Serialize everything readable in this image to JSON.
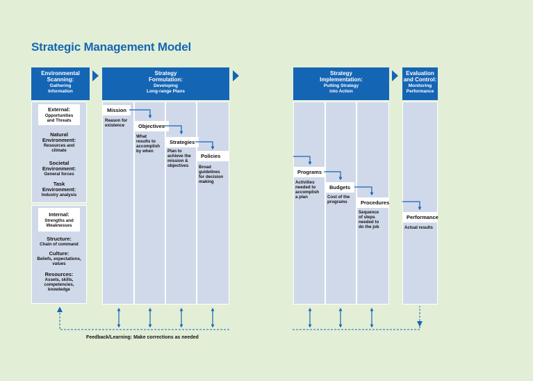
{
  "title": "Strategic Management Model",
  "headers": {
    "scanning": {
      "title": "Environmental\nScanning:",
      "sub": "Gathering\nInformation"
    },
    "formulation": {
      "title": "Strategy\nFormulation:",
      "sub": "Developing\nLong-range Plans"
    },
    "implementation": {
      "title": "Strategy\nImplementation:",
      "sub": "Putting Strategy\ninto Action"
    },
    "evaluation": {
      "title": "Evaluation\nand Control:",
      "sub": "Monitoring\nPerformance"
    }
  },
  "external": {
    "title": "External:",
    "sub": "Opportunities\nand Threats",
    "items": [
      {
        "title": "Natural\nEnvironment:",
        "sub": "Resources and\nclimate"
      },
      {
        "title": "Societal\nEnvironment:",
        "sub": "General forces"
      },
      {
        "title": "Task\nEnvironment:",
        "sub": "Industry analysis"
      }
    ]
  },
  "internal": {
    "title": "Internal:",
    "sub": "Strengths and\nWeaknesses",
    "items": [
      {
        "title": "Structure:",
        "sub": "Chain of command"
      },
      {
        "title": "Culture:",
        "sub": "Beliefs, expectations,\nvalues"
      },
      {
        "title": "Resources:",
        "sub": "Assets, skills,\ncompetencies,\nknowledge"
      }
    ]
  },
  "formulation_steps": [
    {
      "label": "Mission",
      "desc": "Reason for\nexistence"
    },
    {
      "label": "Objectives",
      "desc": "What\nresults to\naccomplish\nby when"
    },
    {
      "label": "Strategies",
      "desc": "Plan to\nachieve the\nmission &\nobjectives"
    },
    {
      "label": "Policies",
      "desc": "Broad\nguidelines\nfor decision\nmaking"
    }
  ],
  "implementation_steps": [
    {
      "label": "Programs",
      "desc": "Activities\nneeded to\naccomplish\na plan"
    },
    {
      "label": "Budgets",
      "desc": "Cost of the\nprograms"
    },
    {
      "label": "Procedures",
      "desc": "Sequence\nof steps\nneeded to\ndo the job"
    }
  ],
  "evaluation_step": {
    "label": "Performance",
    "desc": "Actual results"
  },
  "feedback": "Feedback/Learning: Make corrections as needed",
  "colors": {
    "accent": "#1565b5",
    "column": "#d0d9ea",
    "background": "#e2efd6"
  }
}
